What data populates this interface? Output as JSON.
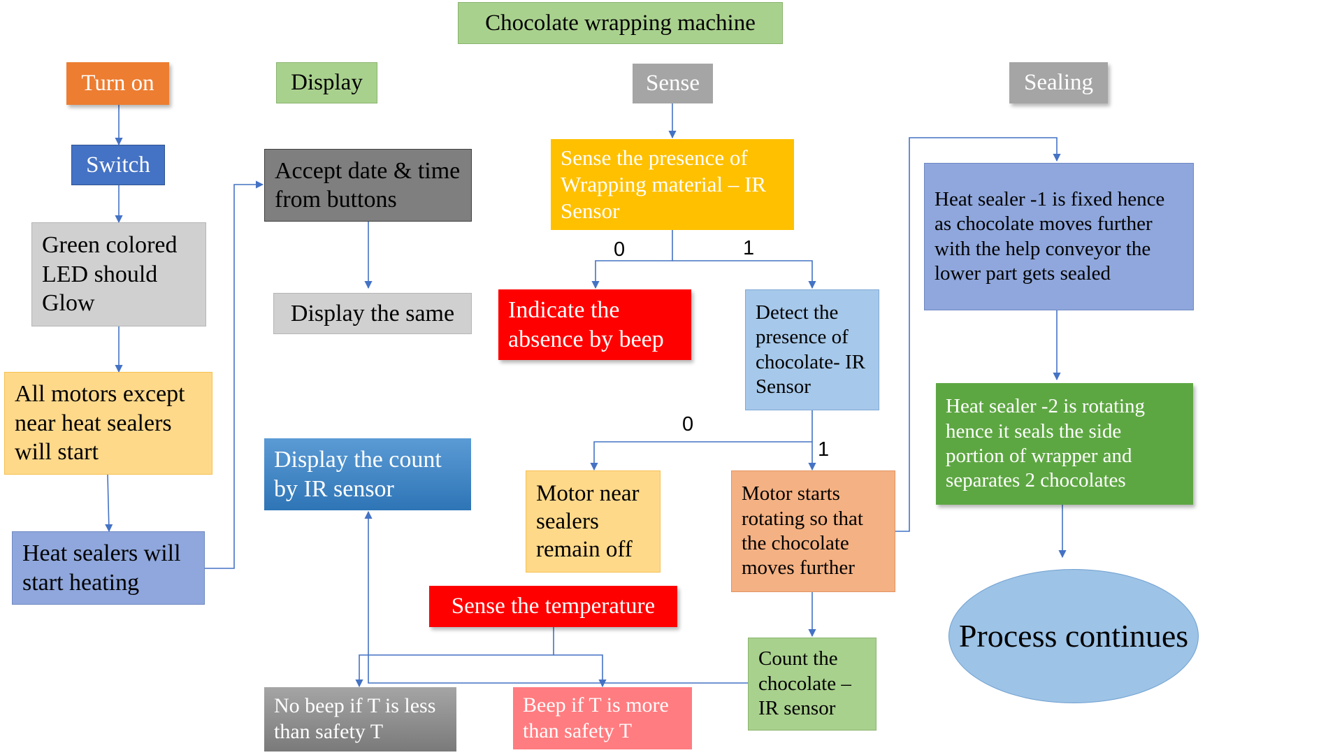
{
  "title": "Chocolate wrapping machine",
  "headers": {
    "turn_on": "Turn on",
    "display": "Display",
    "sense": "Sense",
    "sealing": "Sealing"
  },
  "nodes": {
    "switch": "Switch",
    "green_led": "Green colored LED should Glow",
    "all_motors": "All motors except near heat sealers will start",
    "heat_sealers_heating": "Heat sealers will start heating",
    "accept_date": "Accept date & time from buttons",
    "display_same": "Display the same",
    "display_count": "Display the count by IR sensor",
    "sense_wrapping": "Sense the presence of Wrapping material – IR Sensor",
    "indicate_absence": "Indicate the absence by beep",
    "detect_chocolate": "Detect the presence of chocolate- IR Sensor",
    "motor_sealers_off": "Motor near sealers remain off",
    "motor_rotating": "Motor starts rotating so that the chocolate moves further",
    "sense_temperature": "Sense the temperature",
    "no_beep": "No beep if T is less than safety T",
    "beep_more": "Beep if T is more than safety T",
    "count_chocolate": "Count the chocolate – IR sensor",
    "heat_sealer_1": "Heat sealer -1 is fixed hence as chocolate moves further with the help conveyor the lower part gets sealed",
    "heat_sealer_2": "Heat sealer -2 is rotating hence it seals the side portion of wrapper and separates 2 chocolates",
    "process_continues": "Process continues"
  },
  "edge_labels": {
    "wrap_zero": "0",
    "wrap_one": "1",
    "choc_zero": "0",
    "choc_one": "1"
  },
  "colors": {
    "connector": "#4472C4",
    "orange": "#ED7D31",
    "light_green": "#A9D18E",
    "gray": "#A5A5A5",
    "blue": "#4472C4",
    "light_gray": "#D0D0D0",
    "yellow_light": "#FFD98A",
    "gold": "#FFC000",
    "red": "#FF0000",
    "light_blue": "#A6C8EA",
    "salmon": "#F4B183",
    "pink": "#FF7C80",
    "lavender": "#8FA7DC",
    "green": "#5DA742",
    "ellipse": "#9DC3E6"
  }
}
